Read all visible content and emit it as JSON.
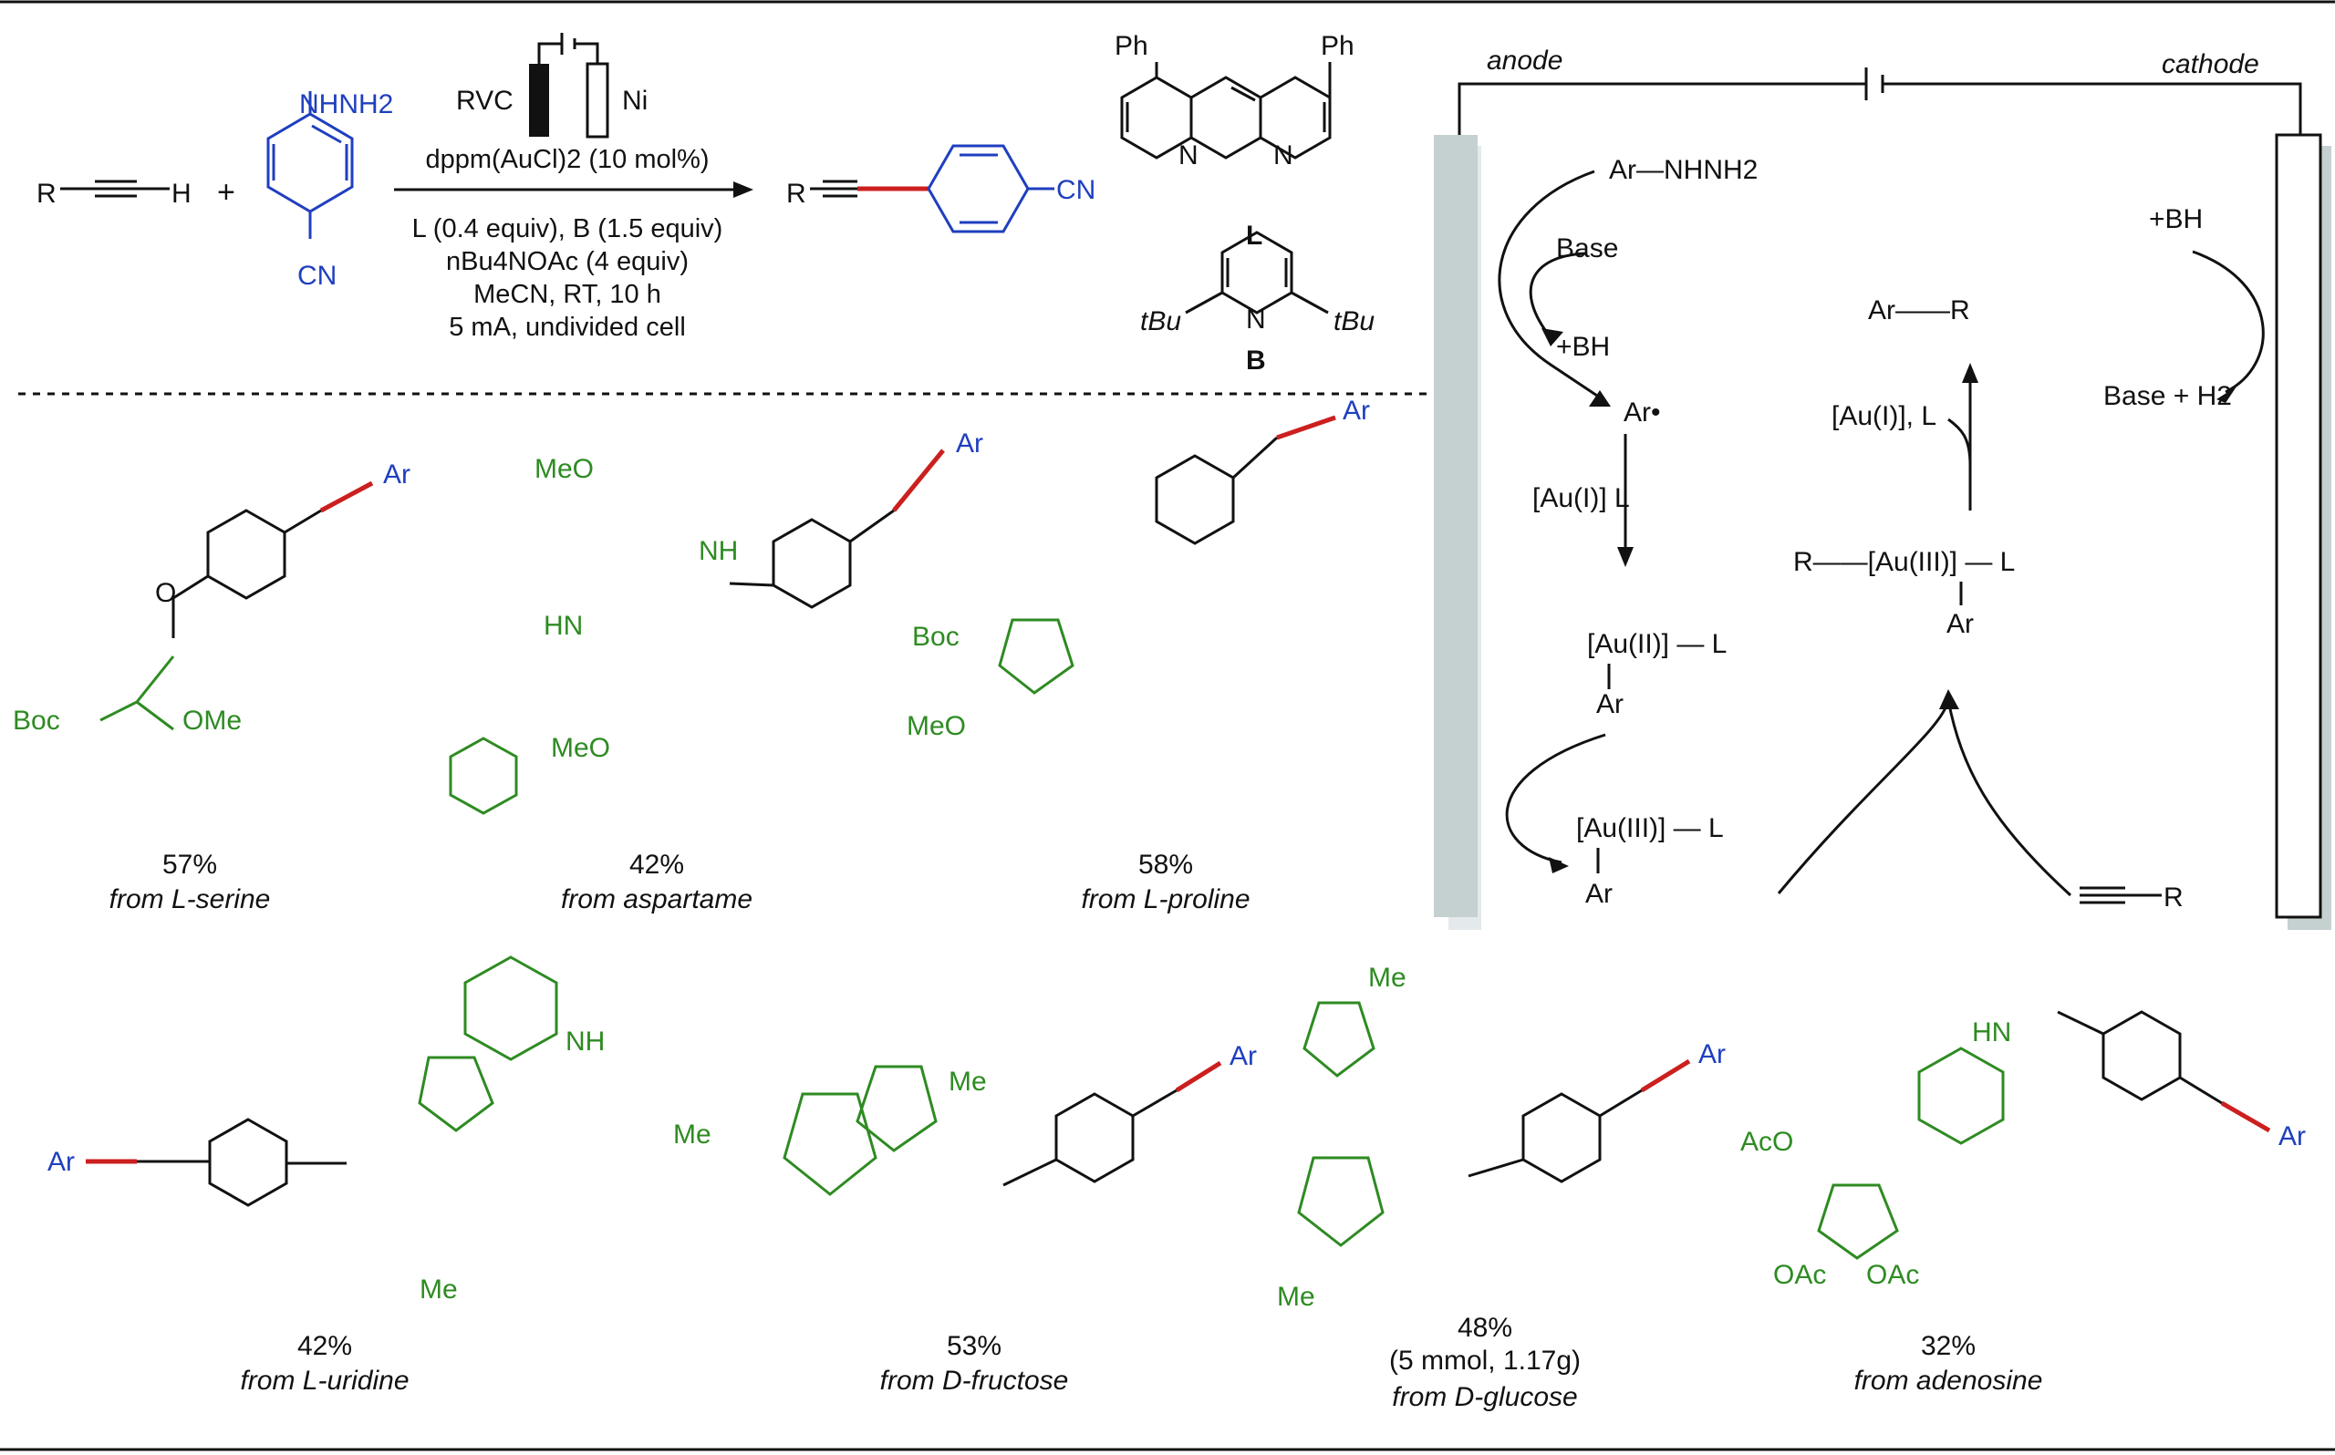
{
  "colors": {
    "black": "#111111",
    "blue": "#1f3fbf",
    "green": "#2e8b22",
    "red": "#cc1f1f",
    "electrode_gray": "#c5d0d1",
    "electrode_shadow": "#e4eaeb"
  },
  "reaction": {
    "alkyne_R": "R",
    "alkyne_H": "H",
    "plus": "+",
    "hydrazine_label": "NHNH2",
    "hydrazine_cn": "CN",
    "rvc": "RVC",
    "ni": "Ni",
    "cond1": "dppm(AuCl)2 (10 mol%)",
    "cond2": "L (0.4 equiv), B (1.5 equiv)",
    "cond3": "nBu4NOAc (4 equiv)",
    "cond4": "MeCN, RT, 10 h",
    "cond5": "5 mA, undivided cell",
    "product_R": "R",
    "product_cn": "CN"
  },
  "ligands": {
    "L_ph_left": "Ph",
    "L_ph_right": "Ph",
    "L_n1": "N",
    "L_n2": "N",
    "L_label": "L",
    "B_tbu_left": "tBu",
    "B_tbu_right": "tBu",
    "B_n": "N",
    "B_label": "B"
  },
  "mechanism": {
    "anode": "anode",
    "cathode": "cathode",
    "ar_nhnh2": "Ar—NHNH2",
    "base": "Base",
    "bh_plus": "+BH",
    "ar_radical": "Ar•",
    "au1_l_down": "[Au(I)]  L",
    "au2_complex_top": "[Au(II)] — L",
    "au2_complex_ar": "Ar",
    "au3_complex_top": "[Au(III)] — L",
    "au3_complex_ar": "Ar",
    "alkyne_r": "R",
    "au3_alkynyl": "R——[Au(III)] — L",
    "au3_alkynyl_ar": "Ar",
    "au1_l_release": "[Au(I)], L",
    "product": "Ar——R",
    "cathode_bh": "+BH",
    "base_h2": "Base + H2"
  },
  "products": [
    {
      "yield": "57%",
      "source": "from L-serine"
    },
    {
      "yield": "42%",
      "source": "from aspartame"
    },
    {
      "yield": "58%",
      "source": "from L-proline"
    },
    {
      "yield": "42%",
      "source": "from L-uridine"
    },
    {
      "yield": "53%",
      "source": "from D-fructose"
    },
    {
      "yield": "48%",
      "extra": "(5 mmol, 1.17g)",
      "source": "from D-glucose"
    },
    {
      "yield": "32%",
      "source": "from adenosine"
    }
  ],
  "labels": {
    "ar": "Ar",
    "boc": "Boc",
    "h": "H",
    "n": "N",
    "o": "O",
    "ome": "OMe",
    "meo": "MeO",
    "hn": "HN",
    "nh": "NH",
    "me": "Me",
    "aco": "AcO",
    "oac": "OAc"
  }
}
